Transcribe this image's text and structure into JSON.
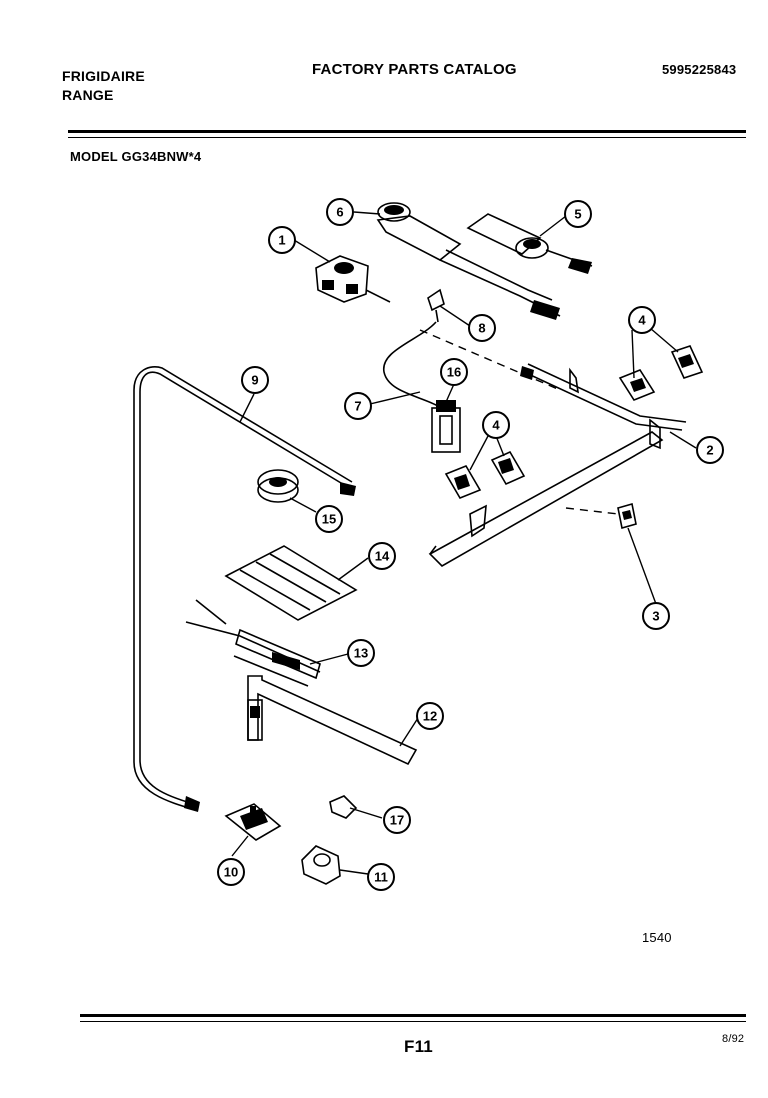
{
  "header": {
    "brand_line1": "FRIGIDAIRE",
    "brand_line2": "RANGE",
    "catalog_title": "FACTORY PARTS CATALOG",
    "catalog_number": "5995225843",
    "model_label": "MODEL  GG34BNW*4"
  },
  "footer": {
    "figure_code": "1540",
    "page_number": "F11",
    "date": "8/92"
  },
  "callouts": [
    "1",
    "2",
    "3",
    "4",
    "4",
    "5",
    "6",
    "7",
    "8",
    "9",
    "10",
    "11",
    "12",
    "13",
    "14",
    "15",
    "16",
    "17"
  ]
}
